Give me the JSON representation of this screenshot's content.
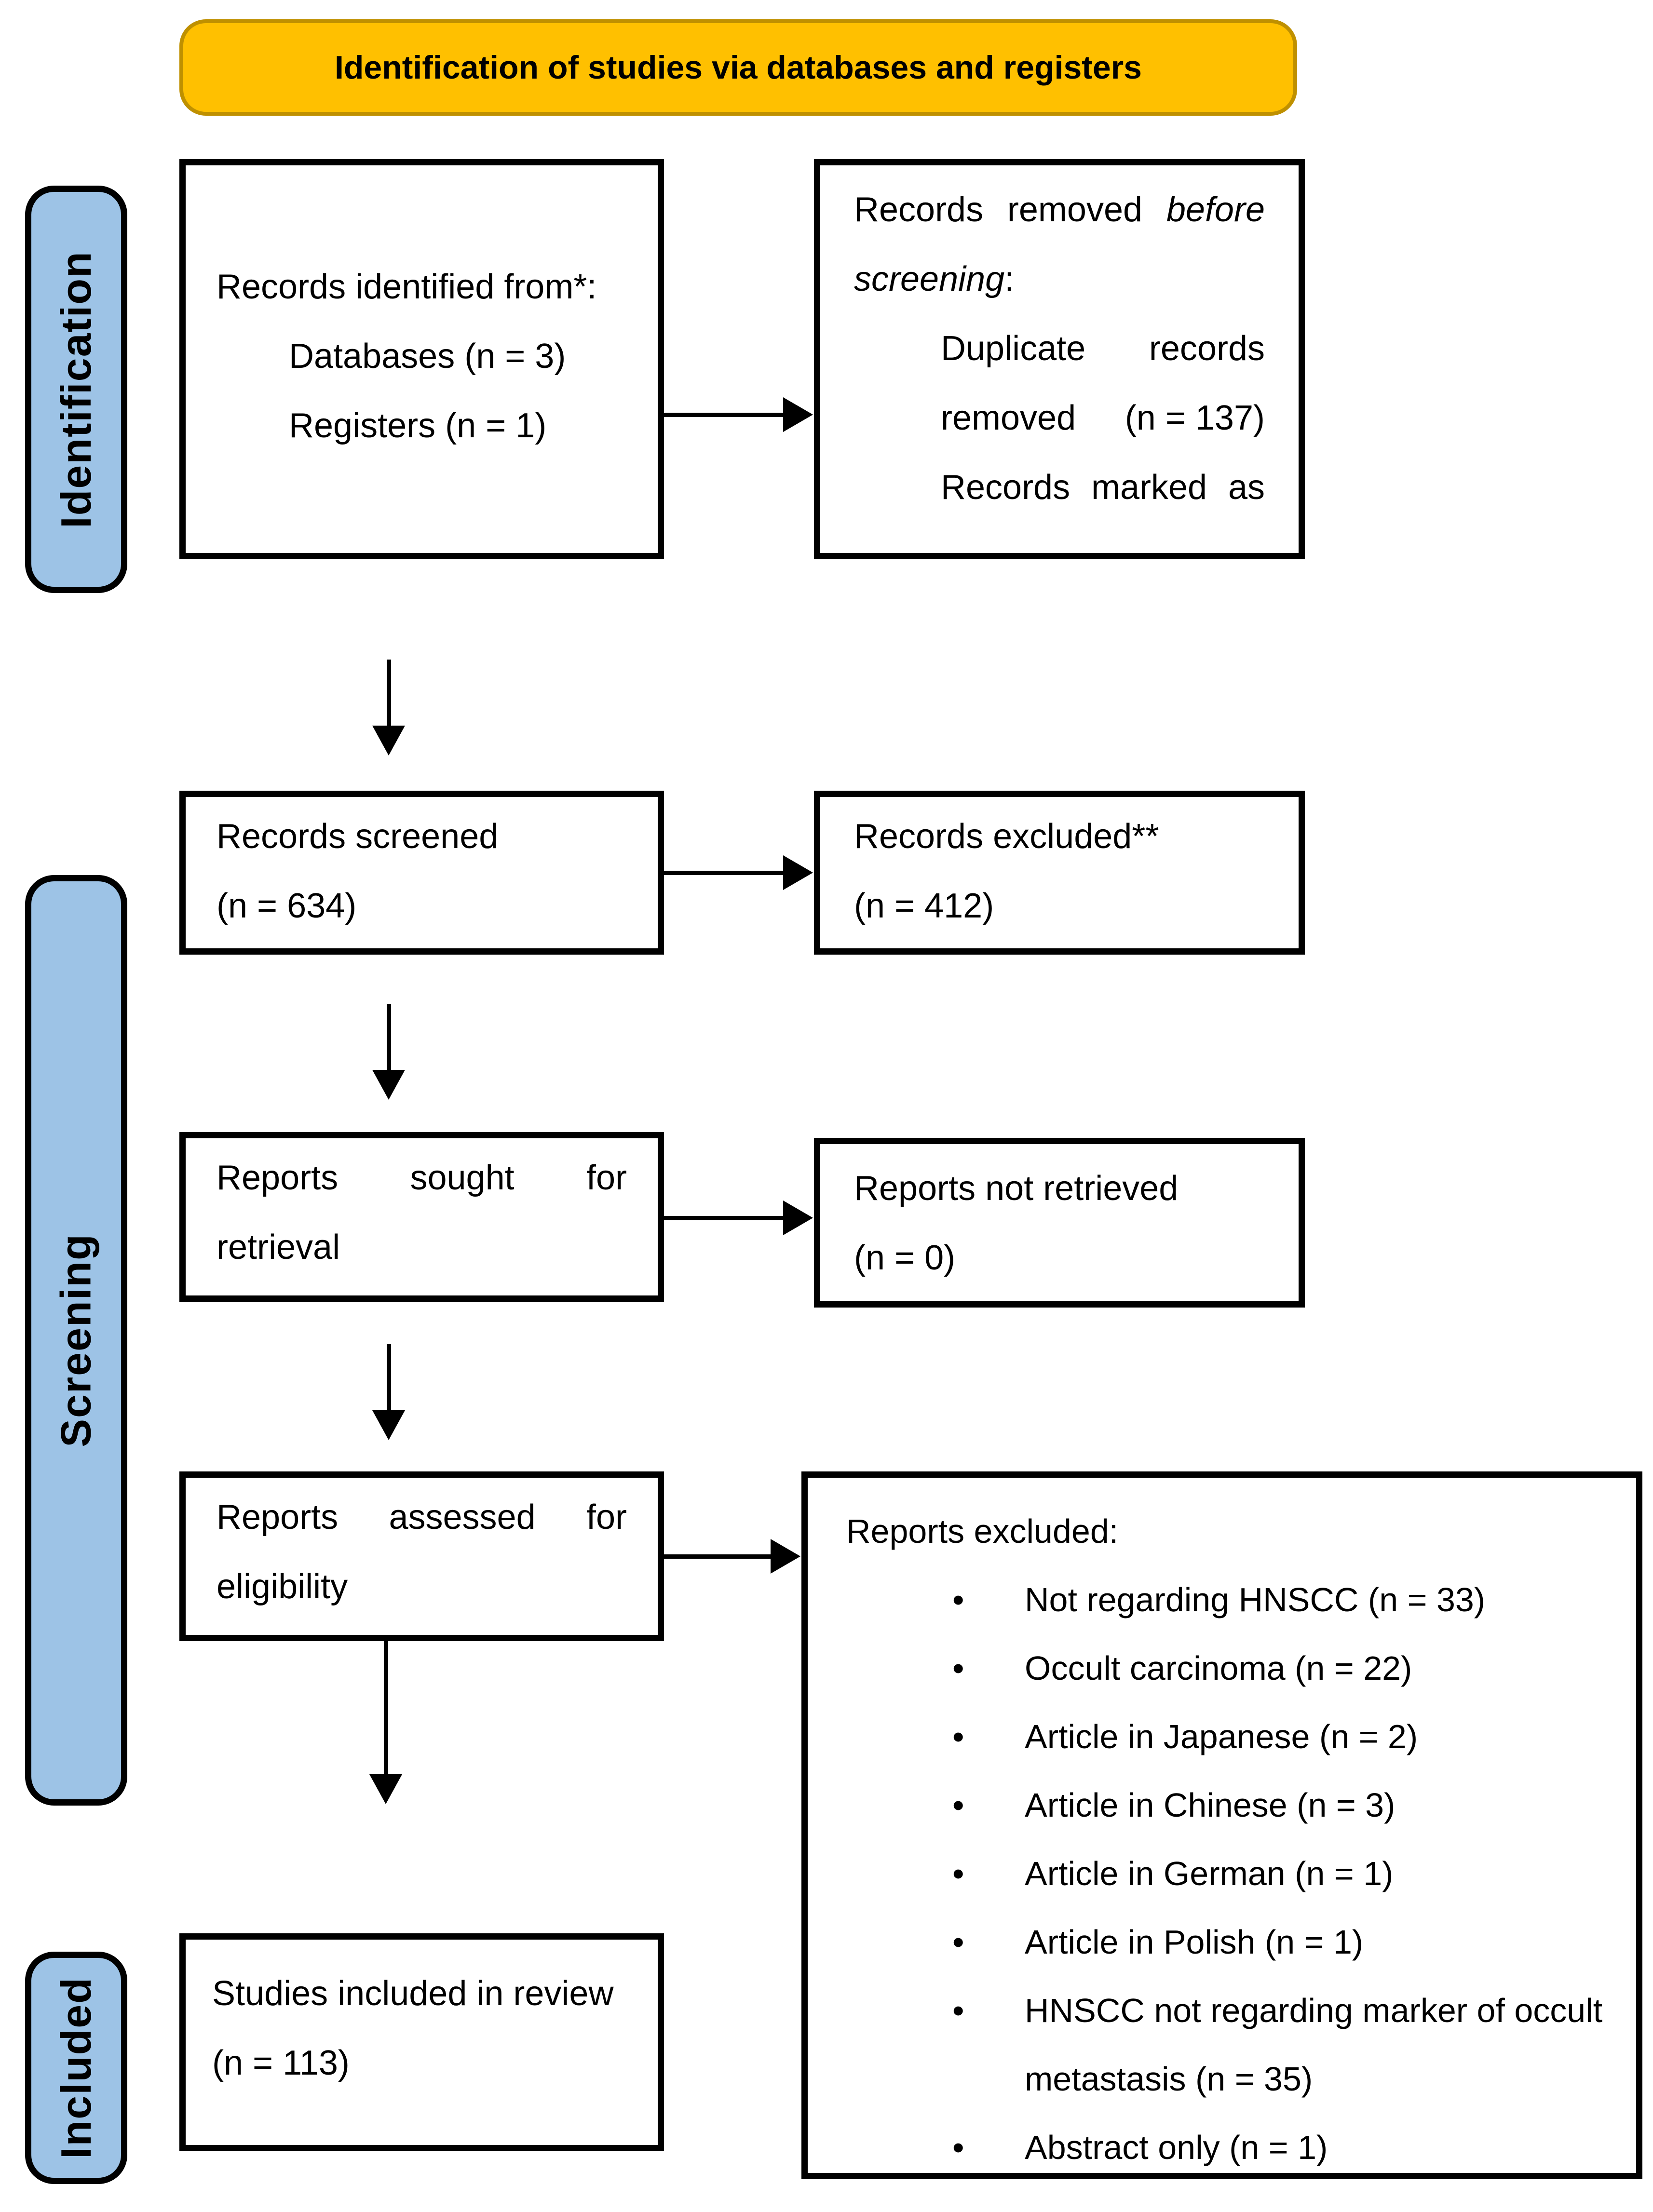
{
  "banner": {
    "title": "Identification of studies via databases and registers"
  },
  "sidebars": {
    "identification": "Identification",
    "screening": "Screening",
    "included": "Included"
  },
  "colors": {
    "banner_fill": "#FFC000",
    "banner_border": "#BF9000",
    "sidebar_fill": "#9DC3E6",
    "box_border": "#000000",
    "arrow": "#000000"
  },
  "boxes": {
    "identified": {
      "line1": "Records identified from*:",
      "line2": "Databases (n = 3)",
      "line3": "Registers (n = 1)"
    },
    "removed": {
      "l1_w1": "Records",
      "l1_w2": "removed",
      "l1_w3_italic": "before",
      "l2_italic": "screening",
      "l2_colon": ":",
      "i1l1_w1": "Duplicate",
      "i1l1_w2": "records",
      "i1l2_w1": "removed",
      "i1l2_w2": "(n = 137)",
      "i2l1_w1": "Records",
      "i2l1_w2": "marked",
      "i2l1_w3": "as"
    },
    "screened": {
      "line1": "Records screened",
      "line2": "(n = 634)"
    },
    "excluded": {
      "line1": "Records excluded**",
      "line2": "(n = 412)"
    },
    "sought": {
      "l1_w1": "Reports",
      "l1_w2": "sought",
      "l1_w3": "for",
      "line2": "retrieval"
    },
    "not_retrieved": {
      "line1": "Reports not retrieved",
      "line2": "(n = 0)"
    },
    "assessed": {
      "l1_w1": "Reports",
      "l1_w2": "assessed",
      "l1_w3": "for",
      "line2": "eligibility"
    },
    "reports_excluded": {
      "header": "Reports excluded:",
      "bullet_glyph": "•",
      "items": [
        {
          "lines": [
            "Not regarding HNSCC (n = 33)"
          ]
        },
        {
          "lines": [
            "Occult carcinoma (n = 22)"
          ]
        },
        {
          "lines": [
            "Article in Japanese (n = 2)"
          ]
        },
        {
          "lines": [
            "Article in Chinese (n = 3)"
          ]
        },
        {
          "lines": [
            "Article in German (n = 1)"
          ]
        },
        {
          "lines": [
            "Article in Polish (n = 1)"
          ]
        },
        {
          "lines": [
            "HNSCC not regarding marker of occult",
            "metastasis (n = 35)"
          ]
        },
        {
          "lines": [
            "Abstract only (n = 1)"
          ]
        }
      ]
    },
    "included_box": {
      "line1": "Studies included in review",
      "line2": "(n = 113)"
    }
  }
}
